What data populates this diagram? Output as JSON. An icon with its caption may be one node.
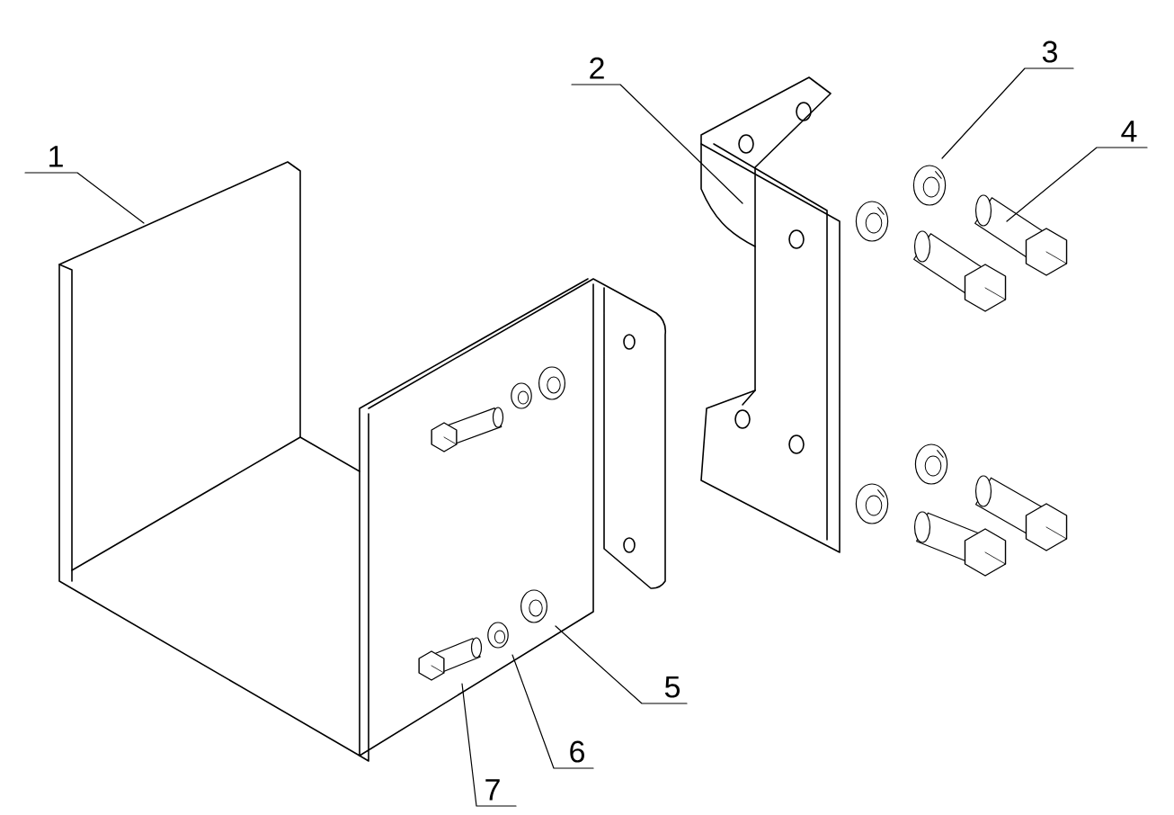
{
  "diagram": {
    "nodes": [
      {
        "text": [
          "1"
        ]
      },
      {
        "text": [
          "2"
        ]
      },
      {
        "text": [
          "3"
        ]
      },
      {
        "text": [
          "4"
        ]
      },
      {
        "text": [
          "5"
        ]
      },
      {
        "text": [
          "6"
        ]
      },
      {
        "text": [
          "7"
        ]
      }
    ],
    "edges": [
      {
        "from": 0,
        "to": null,
        "arrow": "none"
      },
      {
        "from": 1,
        "to": null,
        "arrow": "none"
      },
      {
        "from": 2,
        "to": null,
        "arrow": "none"
      },
      {
        "from": 3,
        "to": null,
        "arrow": "none"
      },
      {
        "from": 4,
        "to": null,
        "arrow": "none"
      },
      {
        "from": 5,
        "to": null,
        "arrow": "none"
      },
      {
        "from": 6,
        "to": null,
        "arrow": "none"
      }
    ]
  }
}
